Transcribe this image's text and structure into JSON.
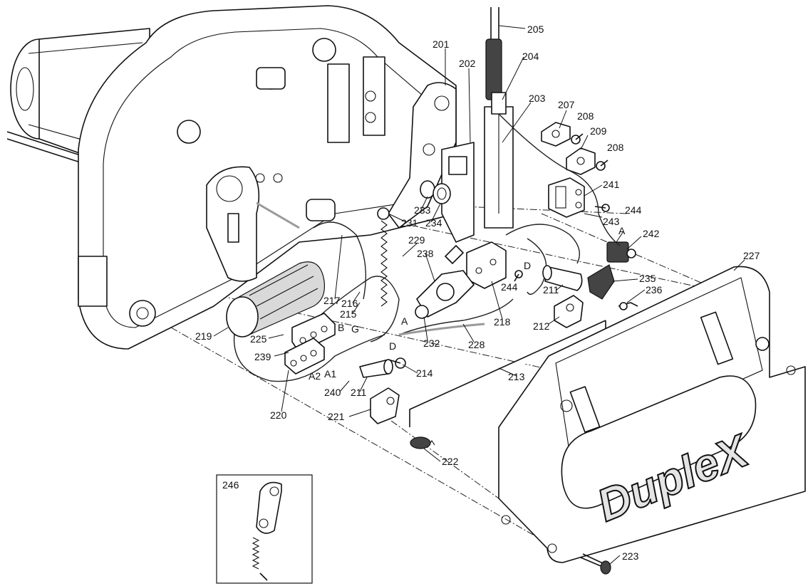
{
  "logo": {
    "text": "DupleX"
  },
  "part_numbers": [
    "205",
    "204",
    "201",
    "202",
    "203",
    "207",
    "208",
    "209",
    "208",
    "241",
    "244",
    "243",
    "A",
    "242",
    "227",
    "235",
    "236",
    "211",
    "D",
    "244",
    "212",
    "218",
    "228",
    "232",
    "229",
    "238",
    "233",
    "234",
    "231",
    "217",
    "216",
    "215",
    "G",
    "B",
    "A",
    "219",
    "225",
    "239",
    "A2",
    "A1",
    "240",
    "D",
    "214",
    "211",
    "213",
    "220",
    "221",
    "222",
    "223"
  ],
  "inset": {
    "part_number": "246"
  }
}
